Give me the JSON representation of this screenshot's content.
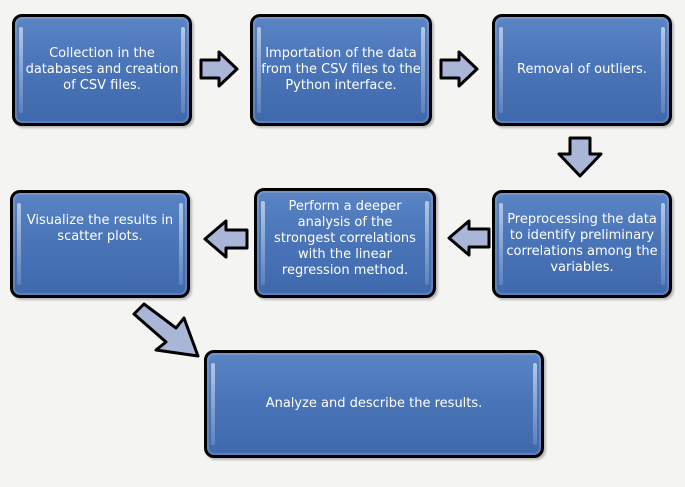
{
  "steps": {
    "collection": "Collection in the databases and creation of CSV files.",
    "importation": "Importation of the data from the CSV files to the Python interface.",
    "removal": "Removal of outliers.",
    "preprocessing": "Preprocessing the data to identify preliminary correlations among the variables.",
    "regression": "Perform a deeper analysis of the strongest correlations with the linear regression method.",
    "visualize": "Visualize the results in scatter plots.",
    "analyze": "Analyze and describe the results."
  },
  "colors": {
    "box_fill": "#4a75b8",
    "box_border": "#000000",
    "arrow_fill": "#aab6d8",
    "background": "#f4f4f2"
  },
  "icons": {
    "arrow": "block-arrow"
  }
}
